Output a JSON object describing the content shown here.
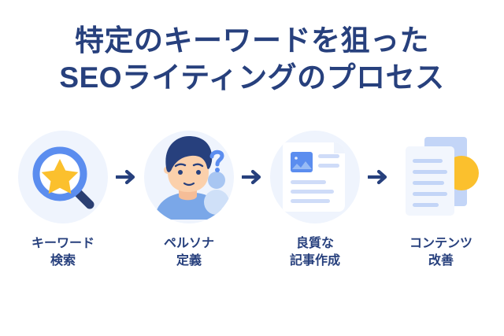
{
  "colors": {
    "navy": "#27407d",
    "blue": "#5b8def",
    "light_blue": "#c3d5f7",
    "pale_blue": "#eff4fd",
    "yellow": "#fbc02d",
    "skin": "#fbcfa8",
    "background": "#ffffff"
  },
  "title": {
    "line1": "特定のキーワードを狙った",
    "line2": "SEOライティングのプロセス"
  },
  "steps": [
    {
      "id": "keyword-research",
      "icon": "magnifier-star-icon",
      "label_line1": "キーワード",
      "label_line2": "検索",
      "label": "キーワード\n検索",
      "has_circle": true
    },
    {
      "id": "persona-definition",
      "icon": "person-question-icon",
      "label_line1": "ペルソナ",
      "label_line2": "定義",
      "label": "ペルソナ\n定義",
      "has_circle": true
    },
    {
      "id": "quality-article-writing",
      "icon": "document-article-icon",
      "label_line1": "良質な",
      "label_line2": "記事作成",
      "label": "良質な\n記事作成",
      "has_circle": true
    },
    {
      "id": "content-improvement",
      "icon": "stacked-documents-icon",
      "label_line1": "コンテンツ",
      "label_line2": "改善",
      "label": "コンテンツ\n改善",
      "has_circle": false
    }
  ],
  "arrows": [
    {
      "id": "arrow-1",
      "glyph": "→"
    },
    {
      "id": "arrow-2",
      "glyph": "→"
    },
    {
      "id": "arrow-3",
      "glyph": "→"
    }
  ]
}
